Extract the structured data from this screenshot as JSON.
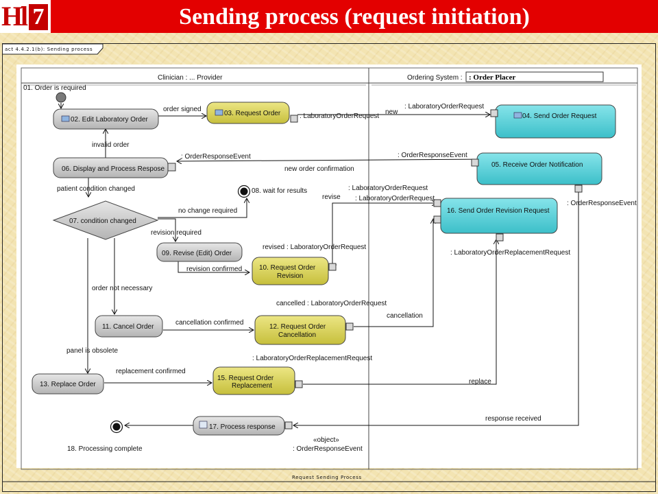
{
  "header": {
    "logo_text": "HL7",
    "title": "Sending process (request initiation)"
  },
  "diagram": {
    "frame_label": "act 4.4.2.1(b): Sending process",
    "footer_label": "Request Sending Process",
    "swimlanes": [
      {
        "title": "Clinician : ... Provider"
      },
      {
        "title": "Ordering System :",
        "title_box": ": Order Placer"
      }
    ],
    "nodes": {
      "n01": "01. Order is required",
      "n02": "02. Edit Laboratory Order",
      "n03": "03. Request Order",
      "n04": "04. Send Order Request",
      "n05": "05. Receive Order Notification",
      "n06": "06. Display and Process Respose",
      "n07": "07. condition changed",
      "n08": "08. wait for results",
      "n09": "09. Revise (Edit) Order",
      "n10a": "10. Request Order",
      "n10b": "Revision",
      "n11": "11. Cancel Order",
      "n12a": "12. Request Order",
      "n12b": "Cancellation",
      "n13": "13. Replace Order",
      "n15a": "15. Request Order",
      "n15b": "Replacement",
      "n16": "16. Send Order Revision Request",
      "n17": "17. Process response",
      "n18": "18. Processing complete"
    },
    "edge_labels": {
      "order_signed": "order signed",
      "invalid_order": "invalid order",
      "pin_lor_03": ": LaboratoryOrderRequest",
      "new": "new",
      "lor_04": ": LaboratoryOrderRequest",
      "ore_05": ": OrderResponseEvent",
      "ore_06": ": OrderResponseEvent",
      "new_order_conf": "new order confirmation",
      "patient_cond": "patient condition changed",
      "no_change": "no change required",
      "lor_16a": ": LaboratoryOrderRequest",
      "revise": "revise",
      "lor_16b": ": LaboratoryOrderRequest",
      "ore_16": ": OrderResponseEvent",
      "revision_required": "revision required",
      "revised": "revised : LaboratoryOrderRequest",
      "revision_confirmed": "revision confirmed",
      "lorr_16": ": LaboratoryOrderReplacementRequest",
      "order_not_necessary": "order not necessary",
      "cancelled": "cancelled : LaboratoryOrderRequest",
      "cancellation": "cancellation",
      "cancellation_confirmed": "cancellation confirmed",
      "panel_obsolete": "panel is obsolete",
      "lorr_15": ": LaboratoryOrderReplacementRequest",
      "replacement_confirmed": "replacement confirmed",
      "replace": "replace",
      "response_received": "response received",
      "object_stereo": "«object»",
      "object_ore": ": OrderResponseEvent"
    }
  },
  "colors": {
    "title_bar": "#e30000",
    "gray_node": "#c8c8c8",
    "yellow_node": "#d6d05a",
    "cyan_node": "#5cd0d8",
    "background": "#f3e4b2"
  }
}
